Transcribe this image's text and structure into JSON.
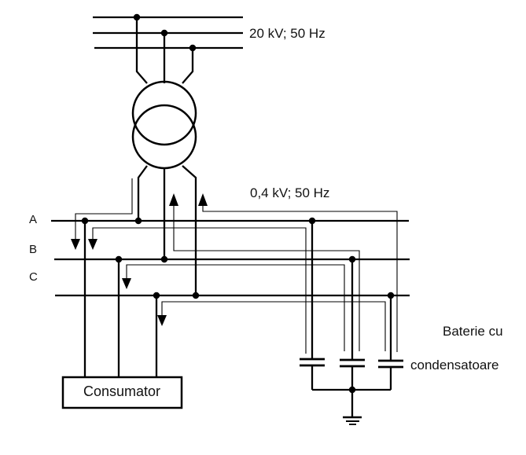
{
  "figure": {
    "type": "electrical-one-line-diagram",
    "background_color": "#ffffff",
    "line_color": "#000000",
    "text_color": "#111111",
    "labels": {
      "primary_bus": "20 kV; 50 Hz",
      "secondary_bus": "0,4 kV; 50 Hz",
      "phase_a": "A",
      "phase_b": "B",
      "phase_c": "C",
      "consumer": "Consumator",
      "capacitor_bank_line1": "Baterie cu",
      "capacitor_bank_line2": "condensatoare"
    }
  }
}
